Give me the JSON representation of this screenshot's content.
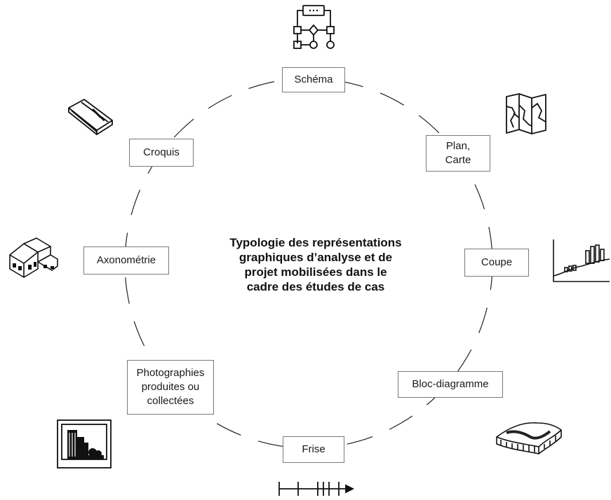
{
  "title": "Typologie des représentations\ngraphiques d’analyse et de\nprojet mobilisées dans le\ncadre des études de cas",
  "nodes": [
    {
      "id": "schema",
      "label": "Schéma",
      "icon": "flowchart-icon"
    },
    {
      "id": "plan",
      "label": "Plan,\nCarte",
      "icon": "folded-map-icon"
    },
    {
      "id": "coupe",
      "label": "Coupe",
      "icon": "section-profile-icon"
    },
    {
      "id": "bloc",
      "label": "Bloc-diagramme",
      "icon": "terrain-block-icon"
    },
    {
      "id": "frise",
      "label": "Frise",
      "icon": "timeline-arrow-icon"
    },
    {
      "id": "photos",
      "label": "Photographies\nproduites ou\ncollectées",
      "icon": "photo-print-icon"
    },
    {
      "id": "axono",
      "label": "Axonométrie",
      "icon": "axonometric-house-icon"
    },
    {
      "id": "croquis",
      "label": "Croquis",
      "icon": "sketchbook-pen-icon"
    }
  ],
  "colors": {
    "ring": "#222222",
    "box_border": "#7a7a7a",
    "text": "#111111"
  }
}
